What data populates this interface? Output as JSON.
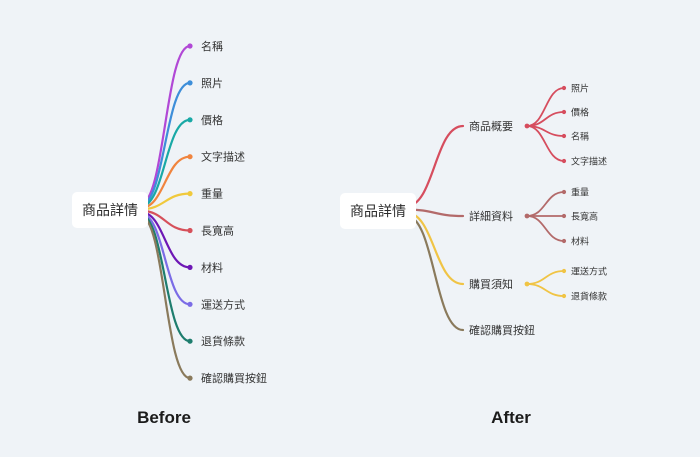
{
  "before": {
    "root": "商品詳情",
    "caption": "Before",
    "items": [
      {
        "label": "名稱",
        "color": "#b148d6"
      },
      {
        "label": "照片",
        "color": "#3d8ed9"
      },
      {
        "label": "價格",
        "color": "#19a9a6"
      },
      {
        "label": "文字描述",
        "color": "#f0843e"
      },
      {
        "label": "重量",
        "color": "#f0c93c"
      },
      {
        "label": "長寬高",
        "color": "#d6505a"
      },
      {
        "label": "材料",
        "color": "#6e17b5"
      },
      {
        "label": "運送方式",
        "color": "#7b6ce6"
      },
      {
        "label": "退貨條款",
        "color": "#1e7d6e"
      },
      {
        "label": "確認購買按鈕",
        "color": "#8a7a5c"
      }
    ]
  },
  "after": {
    "root": "商品詳情",
    "caption": "After",
    "groups": [
      {
        "label": "商品概要",
        "color": "#d64d5e",
        "children": [
          "照片",
          "價格",
          "名稱",
          "文字描述"
        ]
      },
      {
        "label": "詳細資料",
        "color": "#b36a6a",
        "children": [
          "重量",
          "長寬高",
          "材料"
        ]
      },
      {
        "label": "購買須知",
        "color": "#f0c445",
        "children": [
          "運送方式",
          "退貨條款"
        ]
      },
      {
        "label": "確認購買按鈕",
        "color": "#8a7a5c",
        "children": []
      }
    ]
  }
}
